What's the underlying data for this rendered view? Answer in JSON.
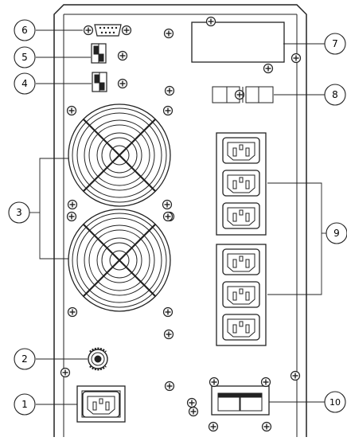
{
  "callouts": [
    {
      "label": "1",
      "component": "ac-input-socket"
    },
    {
      "label": "2",
      "component": "input-breaker"
    },
    {
      "label": "3",
      "component": "cooling-fans"
    },
    {
      "label": "4",
      "component": "port-4"
    },
    {
      "label": "5",
      "component": "port-5"
    },
    {
      "label": "6",
      "component": "serial-port"
    },
    {
      "label": "7",
      "component": "slot-cover"
    },
    {
      "label": "8",
      "component": "terminal-block"
    },
    {
      "label": "9",
      "component": "output-sockets"
    },
    {
      "label": "10",
      "component": "battery-connector"
    }
  ],
  "colors": {
    "line": "#222222",
    "background": "#ffffff"
  }
}
